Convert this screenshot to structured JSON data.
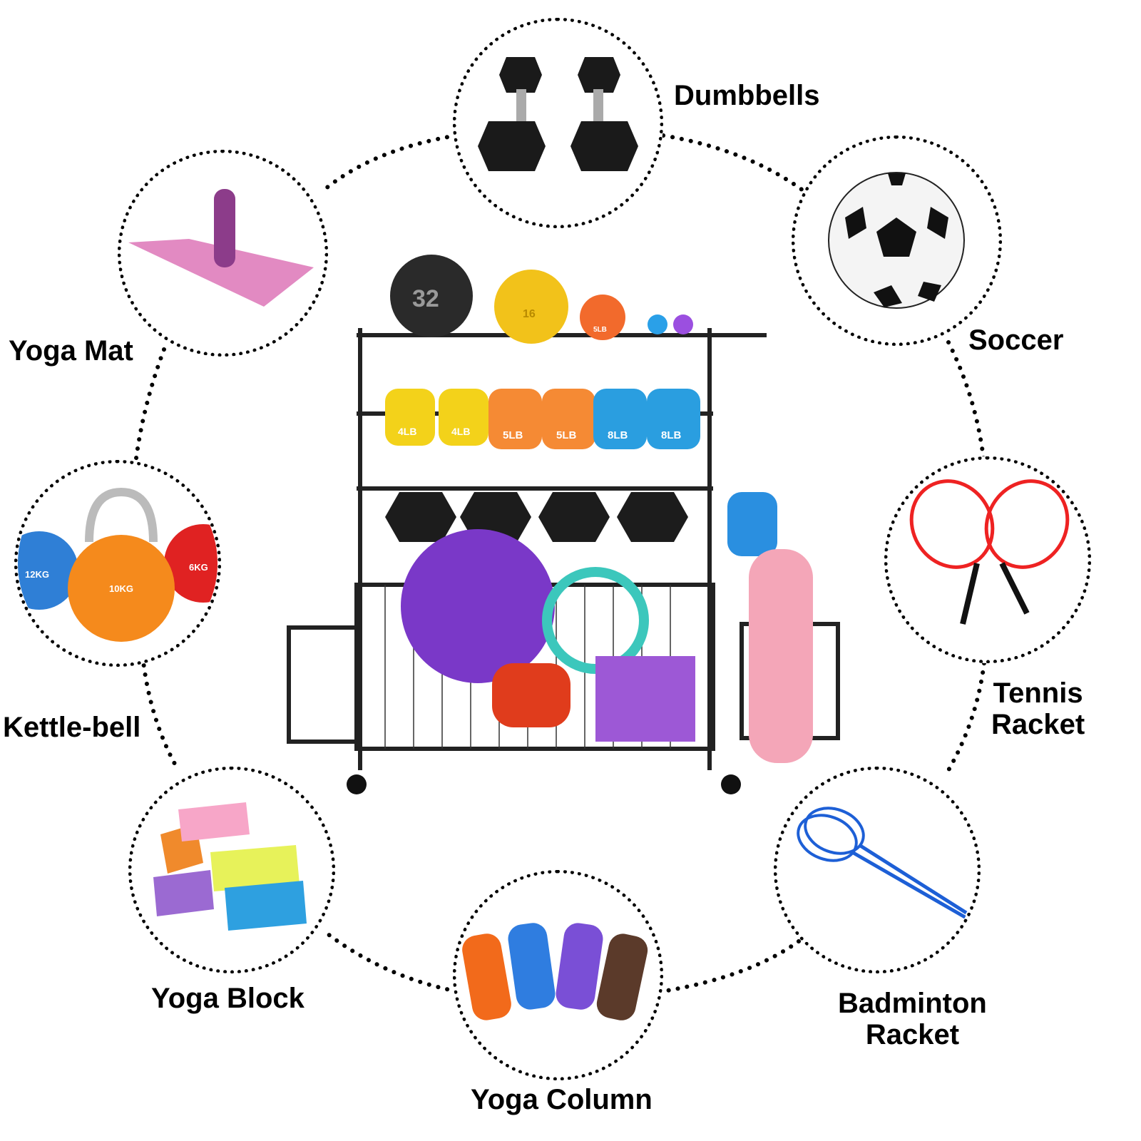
{
  "items": [
    {
      "id": "dumbbells",
      "label": "Dumbbells"
    },
    {
      "id": "soccer",
      "label": "Soccer"
    },
    {
      "id": "tennis",
      "label_line1": "Tennis",
      "label_line2": "Racket"
    },
    {
      "id": "badminton",
      "label_line1": "Badminton",
      "label_line2": "Racket"
    },
    {
      "id": "yoga-column",
      "label": "Yoga Column"
    },
    {
      "id": "yoga-block",
      "label": "Yoga Block"
    },
    {
      "id": "kettlebell",
      "label": "Kettle-bell"
    },
    {
      "id": "yoga-mat",
      "label": "Yoga Mat"
    }
  ],
  "rack": {
    "top_kettlebells": [
      "32",
      "16",
      "5LB"
    ],
    "small_dumbbells": [
      "4LB",
      "4LB",
      "5LB",
      "5LB",
      "8LB",
      "8LB"
    ]
  },
  "kettlebell_circle": [
    "12KG",
    "10KG",
    "6KG"
  ],
  "colors": {
    "dot": "#000000"
  }
}
